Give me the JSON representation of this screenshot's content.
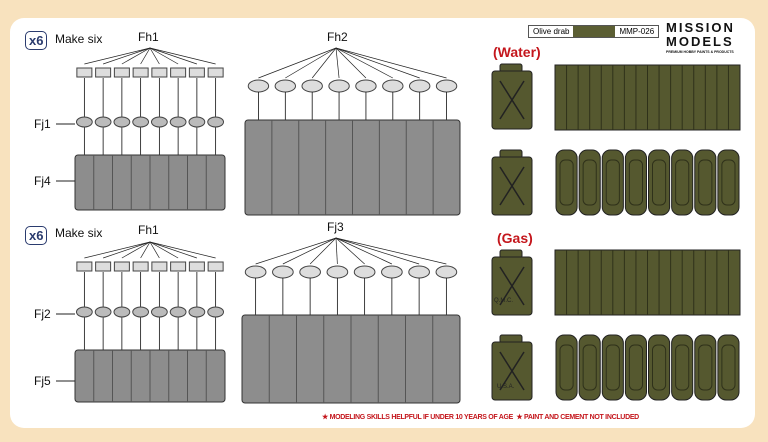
{
  "steps": [
    {
      "multiplier": "x6",
      "instruction": "Make six",
      "labels": {
        "top_left": "Fh1",
        "mid_left": "Fj1",
        "bottom_left": "Fj4",
        "top_right": "Fh2"
      }
    },
    {
      "multiplier": "x6",
      "instruction": "Make six",
      "labels": {
        "top_left": "Fh1",
        "mid_left": "Fj2",
        "bottom_left": "Fj5",
        "top_right": "Fj3"
      }
    }
  ],
  "color_reference": {
    "name": "Olive drab",
    "code": "MMP-026",
    "swatch": "#5b5e33"
  },
  "brand": {
    "line1": "MISSION",
    "line2": "MODELS",
    "tagline": "PREMIUM HOBBY PAINTS & PRODUCTS"
  },
  "variants": [
    {
      "label": "(Water)",
      "markings": [
        "",
        ""
      ]
    },
    {
      "label": "(Gas)",
      "markings": [
        "Q.M.C.",
        "U.S.A."
      ]
    }
  ],
  "footer": {
    "note1": "★ MODELING SKILLS HELPFUL IF UNDER 10 YEARS OF AGE",
    "note2": "★ PAINT AND CEMENT NOT INCLUDED"
  },
  "colors": {
    "can": "#55582f",
    "accent": "#c4161c",
    "part": "#8a8a8a"
  }
}
